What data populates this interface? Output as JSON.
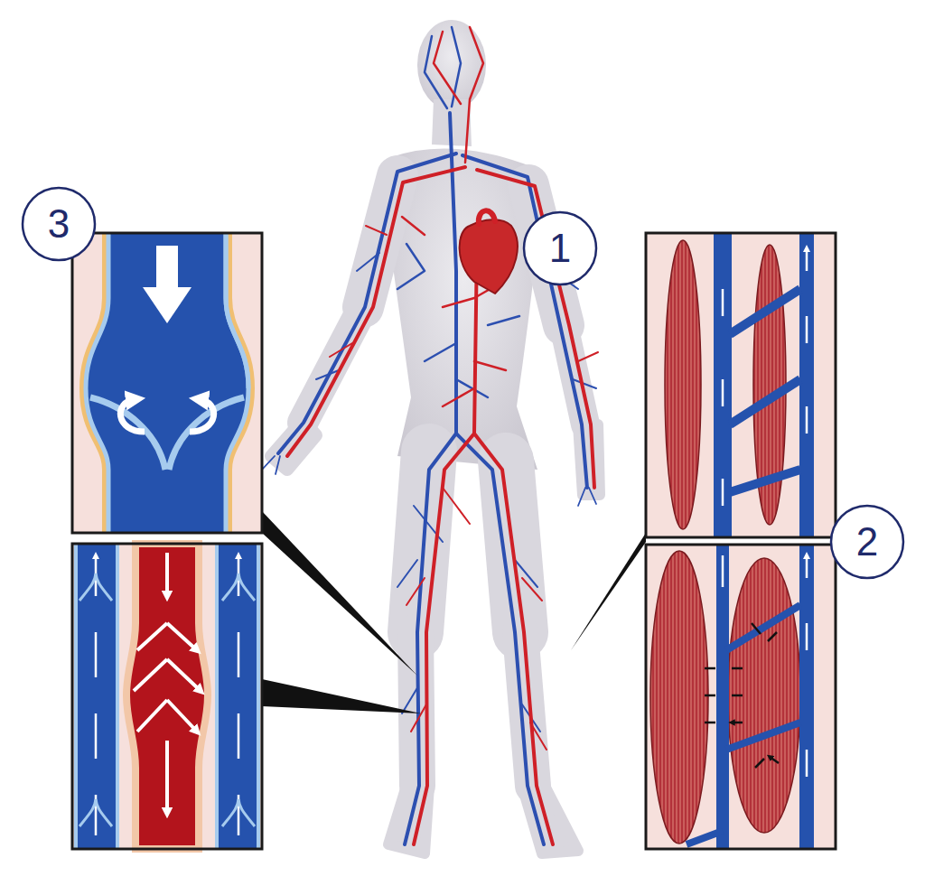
{
  "diagram": {
    "nodes": [
      {
        "text": [
          "3"
        ]
      },
      {
        "text": [
          "1"
        ]
      },
      {
        "text": [
          "2"
        ]
      }
    ]
  }
}
